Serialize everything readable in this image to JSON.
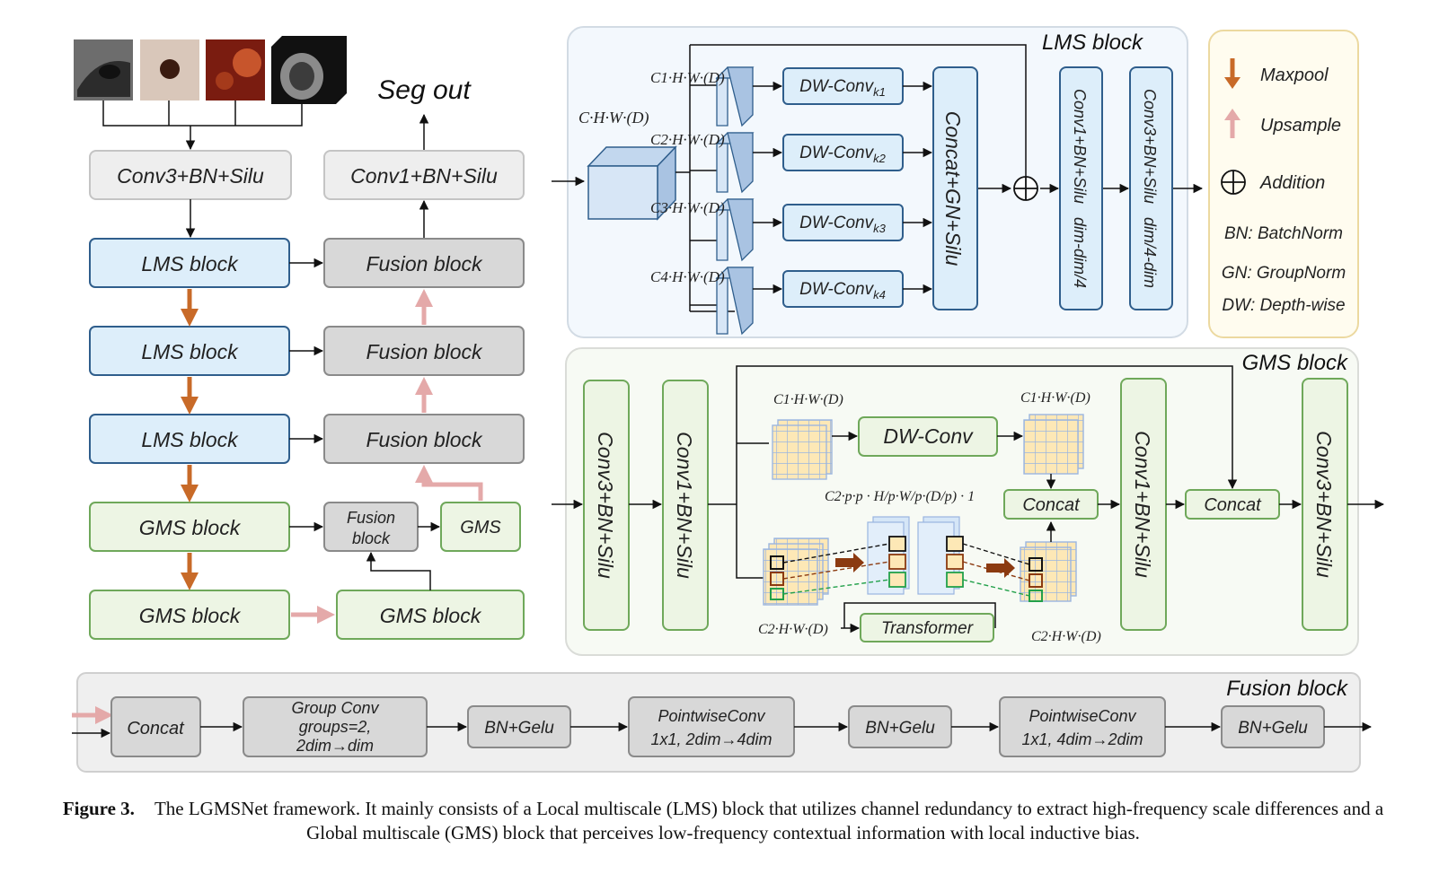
{
  "encoder": {
    "conv3": "Conv3+BN+Silu",
    "lms_label": "LMS block",
    "gms_label": "GMS block",
    "seg_out": "Seg out",
    "conv1": "Conv1+BN+Silu",
    "fusion_label": "Fusion block",
    "fusion_small_line1": "Fusion",
    "fusion_small_line2": "block",
    "gms_small": "GMS"
  },
  "lms": {
    "title": "LMS block",
    "input_label": "C·H·W·(D)",
    "split_labels": [
      "C1·H·W·(D)",
      "C2·H·W·(D)",
      "C3·H·W·(D)",
      "C4·H·W·(D)"
    ],
    "dw_base": "DW-Conv",
    "dw_subs": [
      "k1",
      "k2",
      "k3",
      "k4"
    ],
    "concat": "Concat+GN+Silu",
    "conv1": "Conv1+BN+Silu   dim-dim/4",
    "conv3": "Conv3+BN+Silu   dim/4-dim"
  },
  "legend": {
    "maxpool": "Maxpool",
    "upsample": "Upsample",
    "addition": "Addition",
    "bn": "BN: BatchNorm",
    "gn": "GN: GroupNorm",
    "dw": "DW: Depth-wise",
    "colors": {
      "maxpool": "#c86a28",
      "upsample": "#e4a9a9"
    }
  },
  "gms": {
    "title": "GMS block",
    "conv3": "Conv3+BN+Silu",
    "conv1": "Conv1+BN+Silu",
    "c1_in": "C1·H·W·(D)",
    "c1_out": "C1·H·W·(D)",
    "dwconv": "DW-Conv",
    "patch_label": "C2·p·p · H/p·W/p·(D/p) · 1",
    "concat": "Concat",
    "concat2": "Concat",
    "transformer": "Transformer",
    "c2_in": "C2·H·W·(D)",
    "c2_out": "C2·H·W·(D)",
    "conv1b": "Conv1+BN+Silu",
    "conv3b": "Conv3+BN+Silu"
  },
  "fusion": {
    "title": "Fusion block",
    "concat": "Concat",
    "group_conv": [
      "Group Conv",
      "groups=2,",
      "2dim→dim"
    ],
    "bn_gelu": "BN+Gelu",
    "pw1": [
      "PointwiseConv",
      "1x1, 2dim→4dim"
    ],
    "pw2": [
      "PointwiseConv",
      "1x1, 4dim→2dim"
    ]
  },
  "caption": {
    "label": "Figure 3.",
    "text": "The LGMSNet framework. It mainly consists of a Local multiscale (LMS) block that utilizes channel redundancy to extract high-frequency scale differences and a Global multiscale (GMS) block that perceives low-frequency contextual information with local inductive bias."
  }
}
